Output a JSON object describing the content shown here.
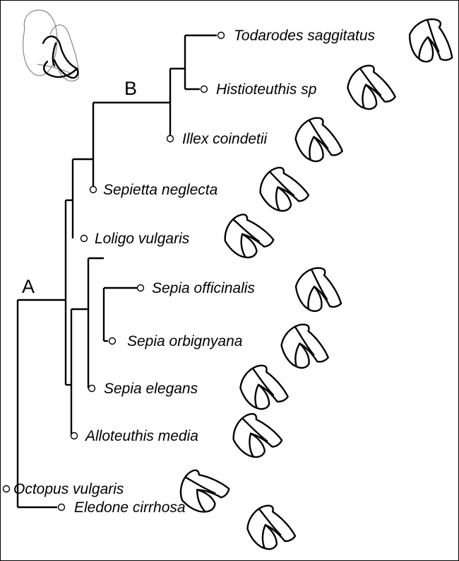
{
  "node_labels": {
    "a": "A",
    "b": "B"
  },
  "taxa": [
    "Todarodes saggitatus",
    "Histioteuthis sp",
    "Illex coindetii",
    "Sepietta neglecta",
    "Loligo vulgaris",
    "Sepia officinalis",
    "Sepia orbignyana",
    "Sepia elegans",
    "Alloteuthis media",
    "Octopus vulgaris",
    "Eledone cirrhosa"
  ],
  "beak_icon": "cephalopod-beak-outline",
  "overlay_icon": "superimposed-beak-outlines"
}
